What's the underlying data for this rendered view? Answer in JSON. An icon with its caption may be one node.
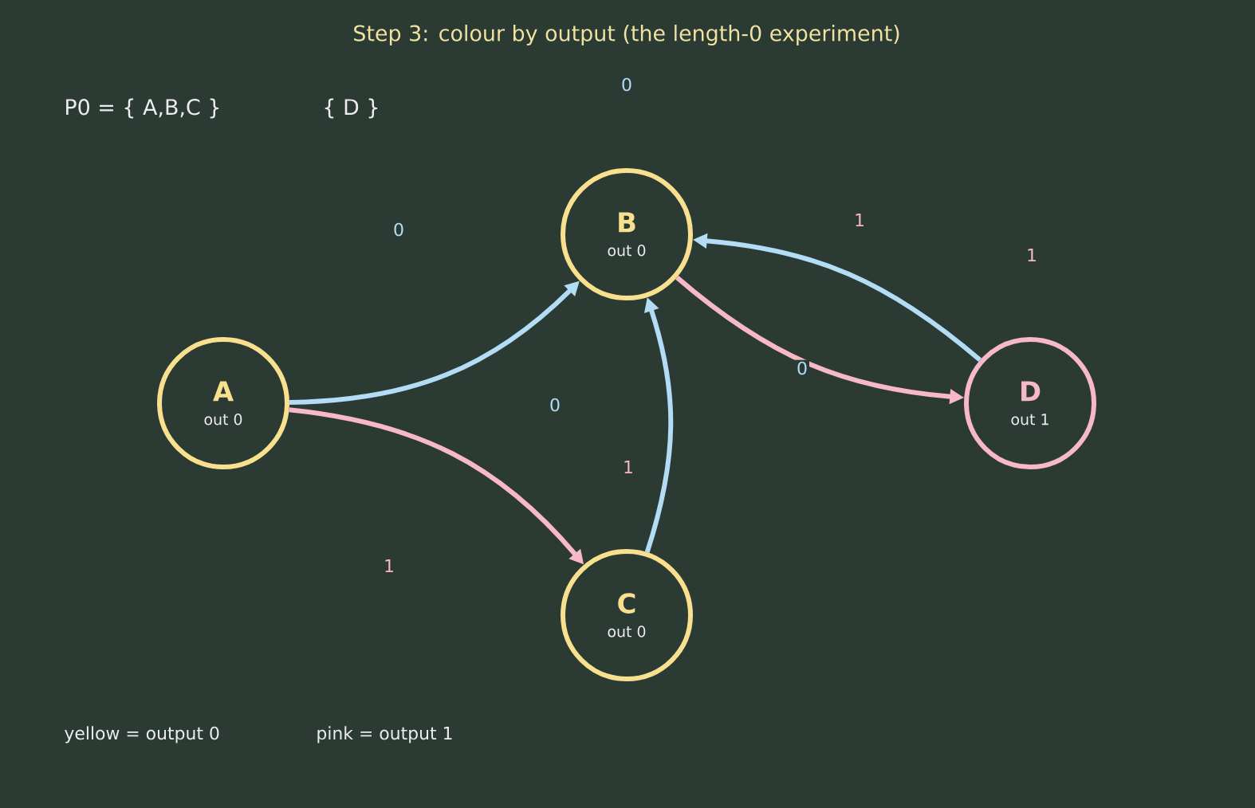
{
  "diagram": {
    "title": "Step 3: colour by output (the length-0 experiment)",
    "nodes": [
      {
        "text": [
          "A",
          "out 0"
        ]
      },
      {
        "text": [
          "B",
          "out 0"
        ]
      },
      {
        "text": [
          "C",
          "out 0"
        ]
      },
      {
        "text": [
          "D",
          "out 1"
        ]
      }
    ],
    "edges": [
      {
        "from": 0,
        "to": 1,
        "arrow": "to",
        "color": "#b3dcf5"
      },
      {
        "from": 0,
        "to": 2,
        "arrow": "to",
        "color": "#f7b8c8"
      },
      {
        "from": 2,
        "to": 1,
        "arrow": "to",
        "color": "#b3dcf5"
      },
      {
        "from": 1,
        "to": 3,
        "arrow": "to",
        "label": "0",
        "color": "#f7b8c8"
      },
      {
        "from": 3,
        "to": 1,
        "arrow": "to",
        "label": "1",
        "color": "#b3dcf5"
      }
    ],
    "labels": [
      "P0 = { A,B,C }",
      "{ D }",
      "0",
      "0",
      "1",
      "0",
      "1",
      "1",
      "yellow = output 0",
      "pink = output 1"
    ]
  }
}
